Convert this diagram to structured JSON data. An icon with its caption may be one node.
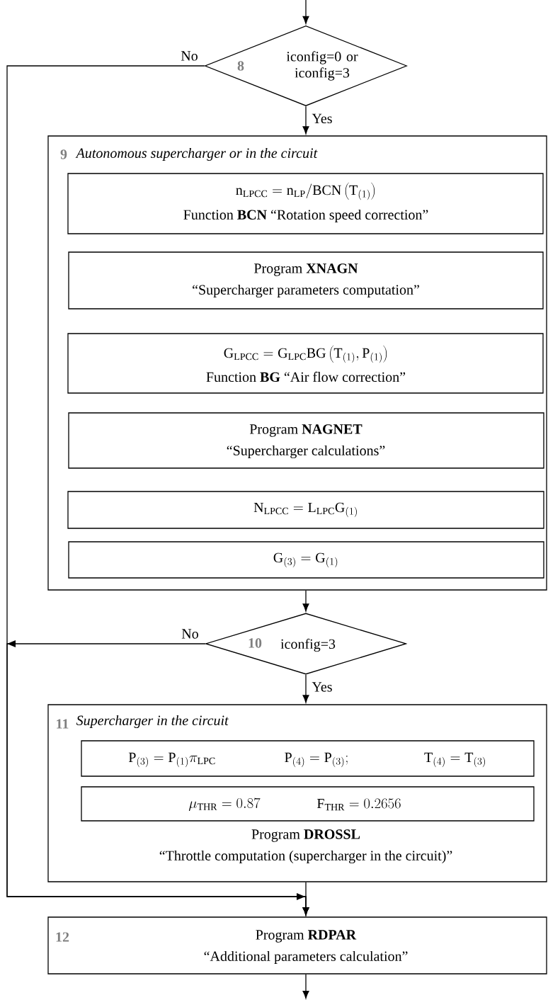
{
  "diagram": {
    "nodes": [
      {
        "text": [
          "8",
          "iconfig=0 or iconfig=3"
        ]
      },
      {
        "text": [
          "9",
          "Autonomous supercharger or in the circuit"
        ]
      },
      {
        "text": [
          "\\mathrm{n}_{\\mathrm{LPCC}}=\\mathrm{n}_{\\mathrm{LP}}/\\mathrm{BCN}\\left(\\mathrm{T}_{(1)}\\right)",
          "Function **BCN** “Rotation speed correction”"
        ],
        "in": 1
      },
      {
        "text": [
          "Program **XNAGN**",
          "“Supercharger parameters computation”"
        ],
        "in": 1
      },
      {
        "text": [
          "\\mathrm{G}_{\\mathrm{LPCC}}=\\mathrm{G}_{\\mathrm{LPC}}\\mathrm{BG}\\left(\\mathrm{T}_{(1)},\\mathrm{P}_{(1)}\\right)",
          "Function **BG** “Air flow correction”"
        ],
        "in": 1
      },
      {
        "text": [
          "Program **NAGNET**",
          "“Supercharger calculations”"
        ],
        "in": 1
      },
      {
        "text": [
          "\\mathrm{N}_{\\mathrm{LPCC}}=\\mathrm{L}_{\\mathrm{LPC}}\\mathrm{G}_{(1)}"
        ],
        "in": 1
      },
      {
        "text": [
          "\\mathrm{G}_{(3)}=\\mathrm{G}_{(1)}"
        ],
        "in": 1
      },
      {
        "text": [
          "10",
          "iconfig=3"
        ]
      },
      {
        "text": [
          "11",
          "Supercharger in the circuit",
          "Program **DROSSL**",
          "“Throttle computation (supercharger in the circuit)”"
        ]
      },
      {
        "text": [
          "\\mathrm{P}_{(3)}=\\mathrm{P}_{(1)}\\pi_{\\mathrm{LPC}}",
          "\\mathrm{P}_{(4)}=\\mathrm{P}_{(3)};",
          "\\mathrm{T}_{(4)}=\\mathrm{T}_{(3)}"
        ],
        "in": 9
      },
      {
        "text": [
          "\\mu_{\\mathrm{THR}}=0.87",
          "\\mathrm{F}_{\\mathrm{THR}}=0.2656"
        ],
        "in": 9
      },
      {
        "text": [
          "12",
          "Program **RDPAR**",
          "“Additional parameters calculation”"
        ]
      }
    ],
    "edges": [
      {
        "from": null,
        "to": 0,
        "arrow": "to"
      },
      {
        "from": 0,
        "to": 1,
        "arrow": "to",
        "label": "Yes"
      },
      {
        "from": 0,
        "to": 12,
        "arrow": "to",
        "label": "No"
      },
      {
        "from": 1,
        "to": 8,
        "arrow": "to"
      },
      {
        "from": 8,
        "to": 9,
        "arrow": "to",
        "label": "Yes"
      },
      {
        "from": 8,
        "to": 12,
        "arrow": "to",
        "label": "No"
      },
      {
        "from": 9,
        "to": 12,
        "arrow": "to"
      },
      {
        "from": 12,
        "to": null,
        "arrow": "to"
      }
    ]
  }
}
